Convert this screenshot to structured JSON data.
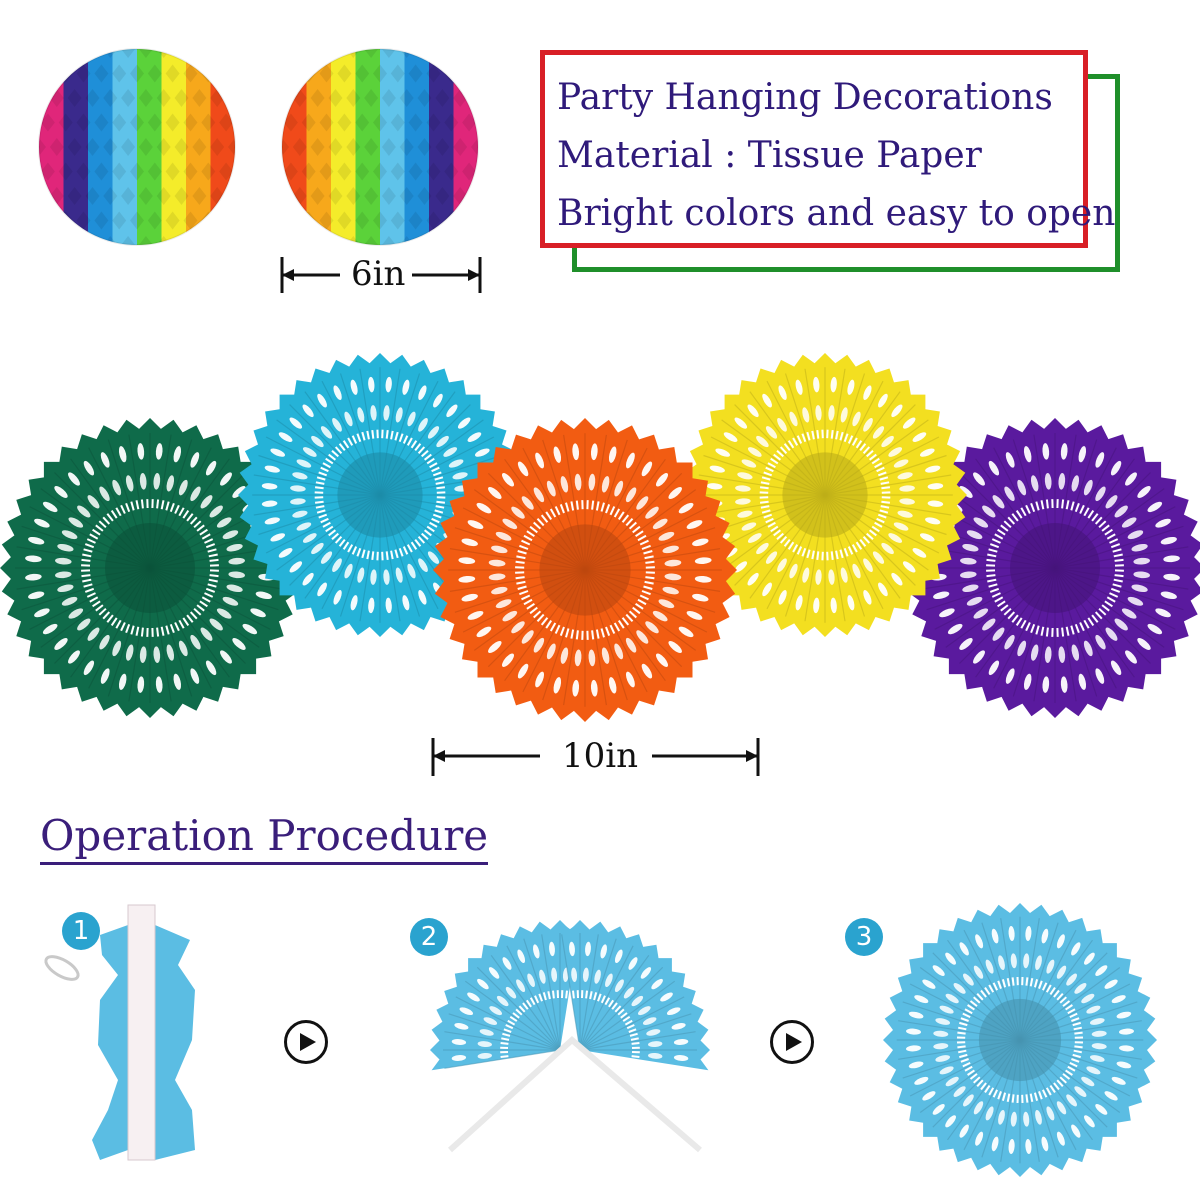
{
  "info": {
    "lines": [
      "Party Hanging Decorations",
      "Material : Tissue Paper",
      "Bright colors and easy to open"
    ]
  },
  "dimensions": {
    "ball_width": "6in",
    "fan_width": "10in"
  },
  "procedure": {
    "heading": "Operation Procedure",
    "steps": [
      "1",
      "2",
      "3"
    ]
  },
  "colors": {
    "fans": [
      "#0f6b4a",
      "#25b3d8",
      "#f25c12",
      "#f3df20",
      "#5a1a9e"
    ],
    "step_fan": "#5bbde3",
    "info_border_red": "#d81f26",
    "info_border_green": "#1f8f2a",
    "text_purple": "#2f1a7a",
    "ball_rainbow": [
      "#e0267a",
      "#3a2a8c",
      "#1f8fd8",
      "#5fc3ea",
      "#5bd23a",
      "#f4ec2a",
      "#f7a81b",
      "#f04a1a"
    ]
  }
}
